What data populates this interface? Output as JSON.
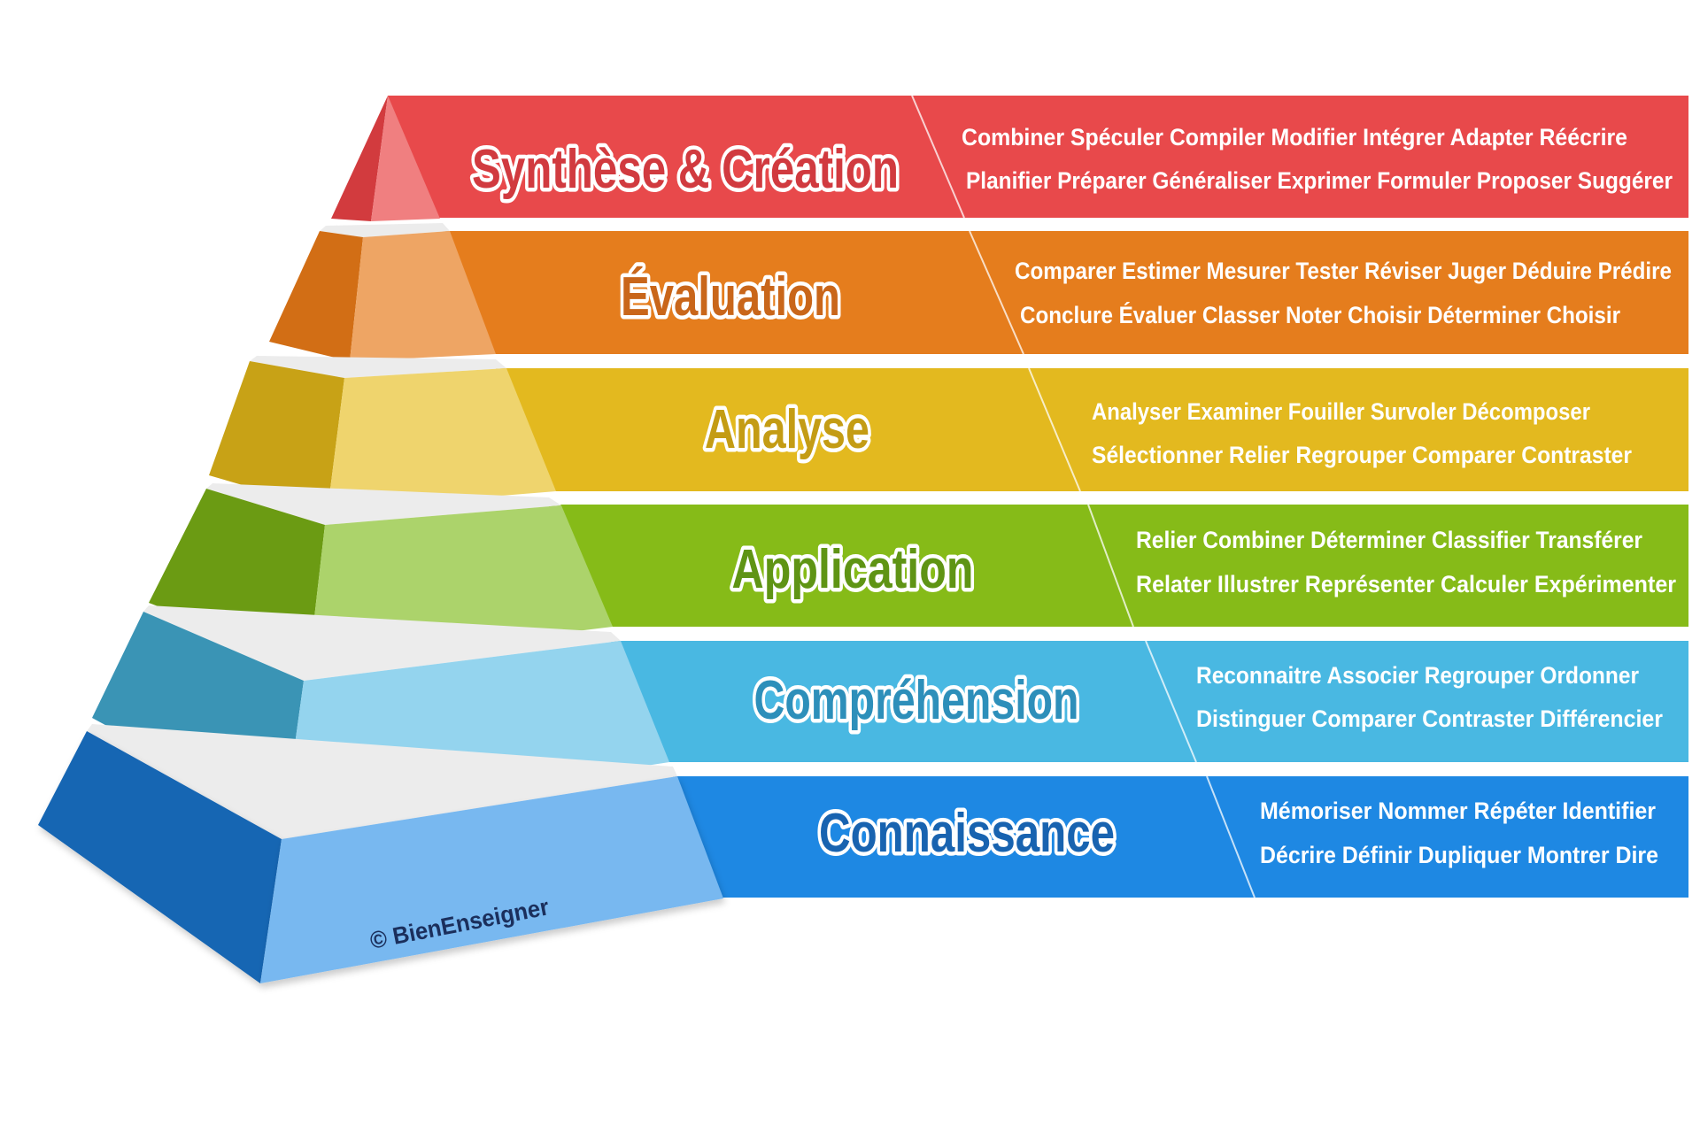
{
  "copyright": "© BienEnseigner",
  "levels": [
    {
      "name": "Synthèse & Création",
      "verbs_line1": "Combiner Spéculer Compiler Modifier Intégrer Adapter Réécrire",
      "verbs_line2": "Planifier Préparer Généraliser Exprimer Formuler Proposer Suggérer",
      "colors": {
        "band": "#e8494b",
        "front": "#f07f80",
        "side": "#d23b3e",
        "title": "#d13a3f"
      }
    },
    {
      "name": "Évaluation",
      "verbs_line1": "Comparer Estimer Mesurer Tester Réviser Juger Déduire Prédire",
      "verbs_line2": "Conclure Évaluer Classer Noter Choisir Déterminer Choisir",
      "colors": {
        "band": "#e57d1d",
        "front": "#eea564",
        "side": "#d26e15",
        "title": "#c9661a"
      }
    },
    {
      "name": "Analyse",
      "verbs_line1": "Analyser Examiner Fouiller Survoler Décomposer",
      "verbs_line2": "Sélectionner Relier Regrouper Comparer Contraster",
      "colors": {
        "band": "#e3b91f",
        "front": "#efd46d",
        "side": "#c8a216",
        "title": "#c49c14"
      }
    },
    {
      "name": "Application",
      "verbs_line1": "Relier Combiner Déterminer Classifier Transférer",
      "verbs_line2": "Relater Illustrer Représenter Calculer Expérimenter",
      "colors": {
        "band": "#86bb18",
        "front": "#acd36b",
        "side": "#6b9b13",
        "title": "#5f9414"
      }
    },
    {
      "name": "Compréhension",
      "verbs_line1": "Reconnaitre Associer Regrouper Ordonner",
      "verbs_line2": "Distinguer Comparer Contraster Différencier",
      "colors": {
        "band": "#49b8e2",
        "front": "#94d4ee",
        "side": "#3a94b5",
        "title": "#2d8fba"
      }
    },
    {
      "name": "Connaissance",
      "verbs_line1": "Mémoriser Nommer Répéter Identifier",
      "verbs_line2": "Décrire Définir Dupliquer Montrer Dire",
      "colors": {
        "band": "#1e88e3",
        "front": "#78b8f0",
        "side": "#1766b3",
        "title": "#1863b0"
      }
    }
  ]
}
